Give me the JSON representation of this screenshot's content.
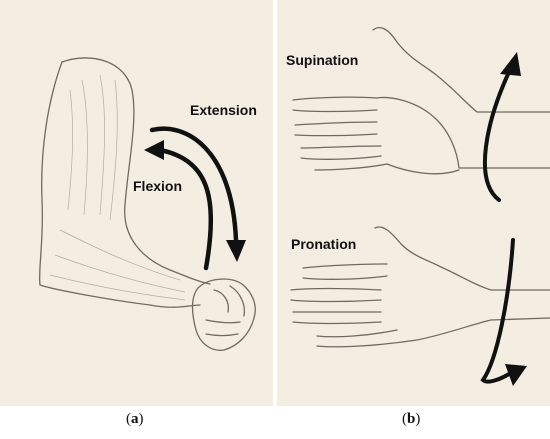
{
  "panels": {
    "a": {
      "extension_label": "Extension",
      "flexion_label": "Flexion",
      "caption_open": "(",
      "caption_letter": "a",
      "caption_close": ")"
    },
    "b": {
      "supination_label": "Supination",
      "pronation_label": "Pronation",
      "caption_open": "(",
      "caption_letter": "b",
      "caption_close": ")"
    }
  },
  "colors": {
    "background": "#f3ede2",
    "sketch": "#6f6a62",
    "arrow": "#111111"
  }
}
